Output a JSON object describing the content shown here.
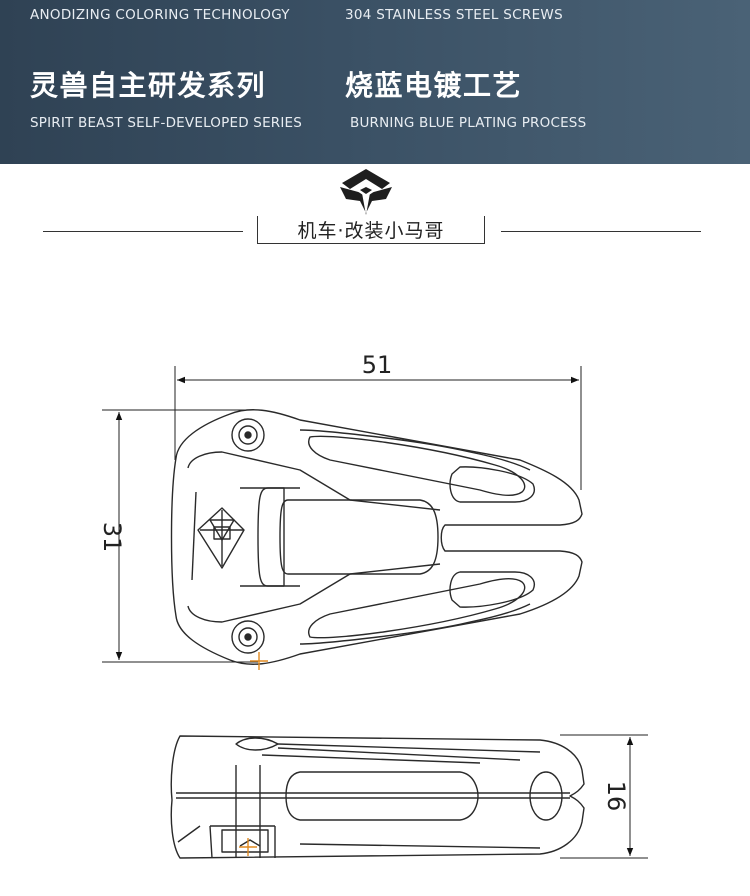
{
  "banner": {
    "top_left": "ANODIZING COLORING TECHNOLOGY",
    "top_right": "304 STAINLESS STEEL SCREWS",
    "cn_left": "灵兽自主研发系列",
    "cn_right": "烧蓝电镀工艺",
    "en_left": "SPIRIT BEAST SELF-DEVELOPED SERIES",
    "en_right": "BURNING BLUE PLATING PROCESS",
    "background_color": "#3a5064"
  },
  "section_title": "机车·改装小马哥",
  "dimensions": {
    "width": "51",
    "height": "31",
    "thickness": "16"
  }
}
